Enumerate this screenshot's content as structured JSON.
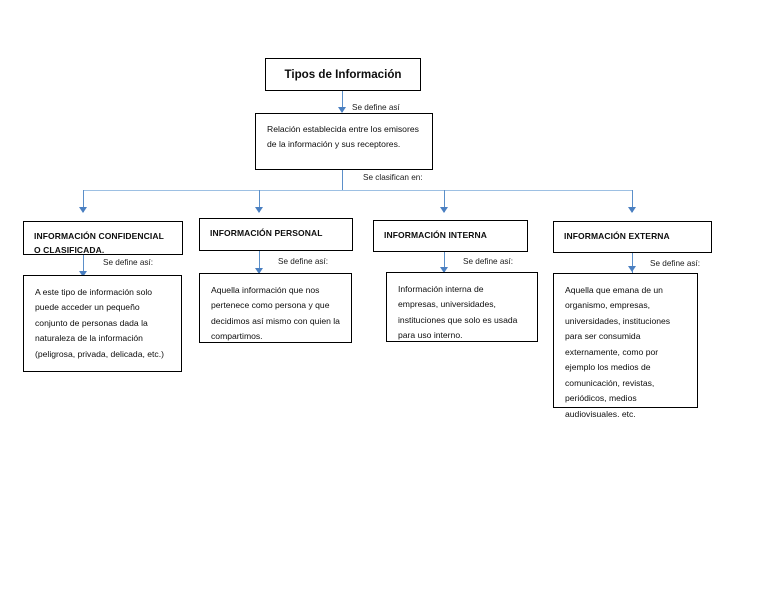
{
  "diagram": {
    "title": "Tipos de Información",
    "root": {
      "label": "Tipos de Información"
    },
    "root_connector_label": "Se define así",
    "root_definition": "Relación establecida entre los emisores de la información y sus receptores.",
    "classify_label": "Se clasifican en:",
    "define_label": "Se define así:",
    "branches": [
      {
        "category": "INFORMACIÓN CONFIDENCIAL O CLASIFICADA.",
        "connector_label": "Se define así:",
        "description": "A este tipo de información solo puede acceder un pequeño conjunto de personas dada la naturaleza de la información (peligrosa, privada, delicada, etc.)"
      },
      {
        "category": "INFORMACIÓN PERSONAL",
        "connector_label": "Se define así:",
        "description": "Aquella información que nos pertenece como persona y que decidimos así mismo con quien la compartimos."
      },
      {
        "category": "INFORMACIÓN INTERNA",
        "connector_label": "Se define así:",
        "description": "Información interna de empresas, universidades, instituciones que solo es usada para uso interno."
      },
      {
        "category": "INFORMACIÓN EXTERNA",
        "connector_label": "Se define así:",
        "description": "Aquella que emana de un organismo, empresas, universidades, instituciones para ser consumida externamente, como por ejemplo los medios de comunicación, revistas, periódicos, medios audiovisuales. etc."
      }
    ],
    "colors": {
      "connector": "#5b8fc9",
      "connector_light": "#9dc0e3",
      "arrow": "#4a7fc1",
      "border": "#000000",
      "background": "#ffffff"
    }
  }
}
